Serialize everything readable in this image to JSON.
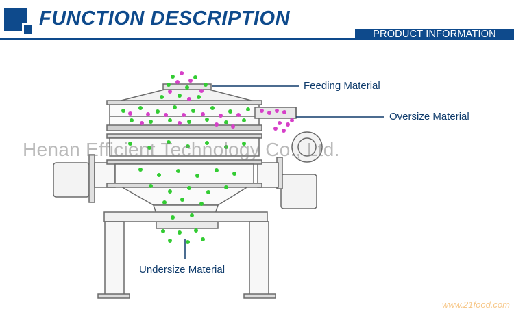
{
  "header": {
    "title": "FUNCTION DESCRIPTION",
    "product_tab": "PRODUCT INFORMATION"
  },
  "labels": {
    "feeding": "Feeding Material",
    "oversize": "Oversize Material",
    "undersize": "Undersize Material"
  },
  "watermark": "Henan Efficient Technology Co., Ltd.",
  "site": "www.21food.com",
  "colors": {
    "brand_blue": "#0e4a8c",
    "oversize_particles": "#d640c8",
    "undersize_particles": "#33cc33",
    "machine_line": "#6b6b6b"
  }
}
